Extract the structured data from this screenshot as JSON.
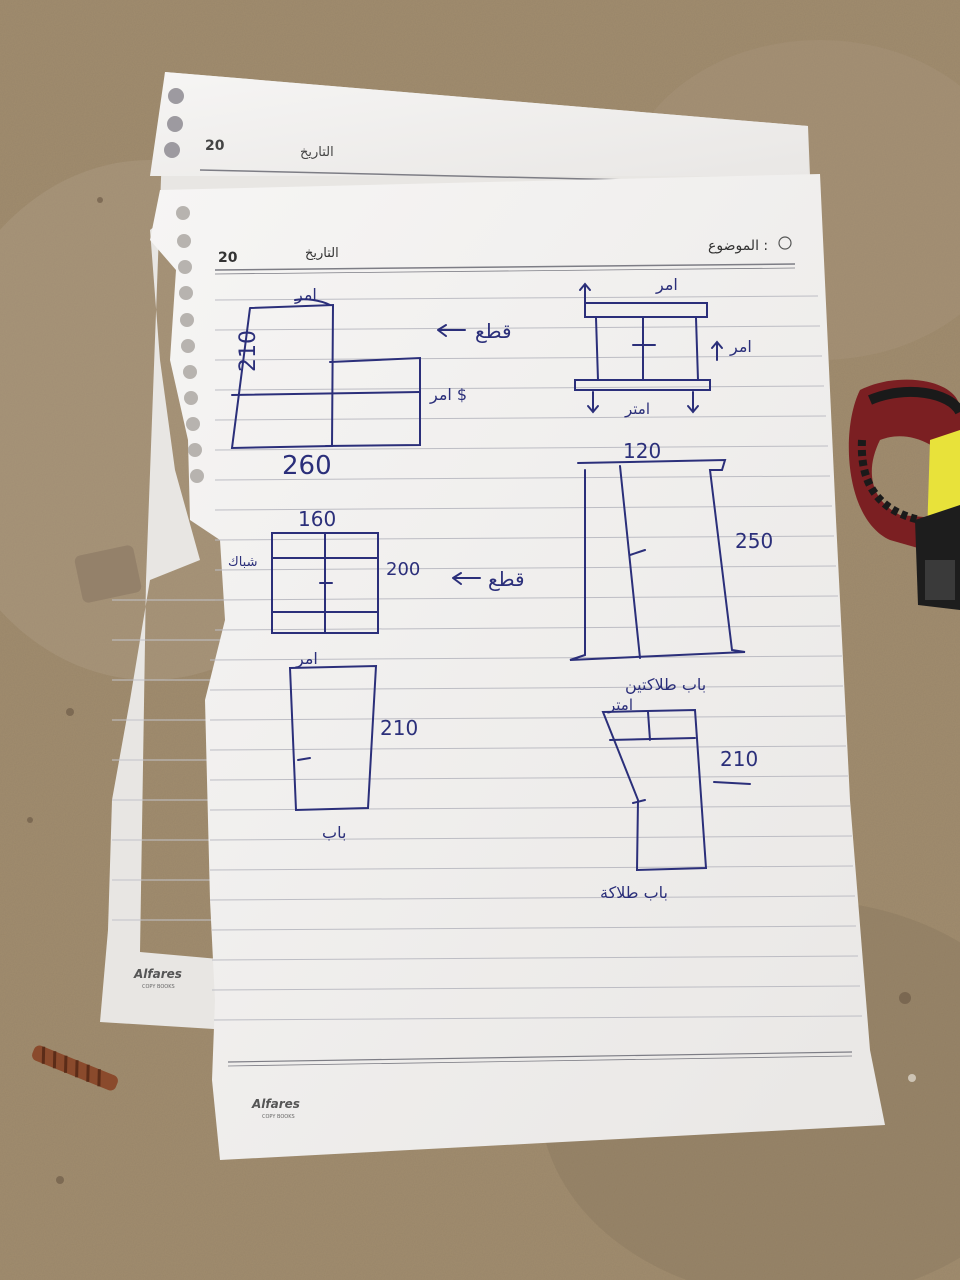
{
  "header": {
    "date_label": "التاريخ",
    "year": "20",
    "subject_label": "الموضوع :"
  },
  "brand": {
    "name": "Alfares",
    "tag": "COPY BOOKS"
  },
  "notes": {
    "top_left": {
      "width": "260",
      "height": "210",
      "label_top": "امر",
      "label_side": "امر $"
    },
    "cut_arrow_1": "قطع",
    "top_right": {
      "label_top": "امر",
      "label_side": "امر",
      "label_bottom": "امتر"
    },
    "mid_left": {
      "width": "160",
      "height": "200",
      "label_side": "شباك"
    },
    "cut_arrow_2": "قطع",
    "mid_right": {
      "width": "120",
      "height": "250",
      "caption": "باب طلاكتين"
    },
    "bottom_left": {
      "height": "210",
      "label_top": "امر",
      "caption": "باب"
    },
    "bottom_right": {
      "height": "210",
      "label_top": "امتر",
      "caption": "باب طلاكة"
    }
  },
  "colors": {
    "ink": "#2b2f7a",
    "paper": "#f2f1f0",
    "paper_shadow": "#d9d7d5",
    "line": "#b9b9c0",
    "floor": "#a08c6e",
    "strap_red": "#7b1f22",
    "strap_black": "#1a1a1a",
    "tape_yellow": "#e8e23a"
  }
}
